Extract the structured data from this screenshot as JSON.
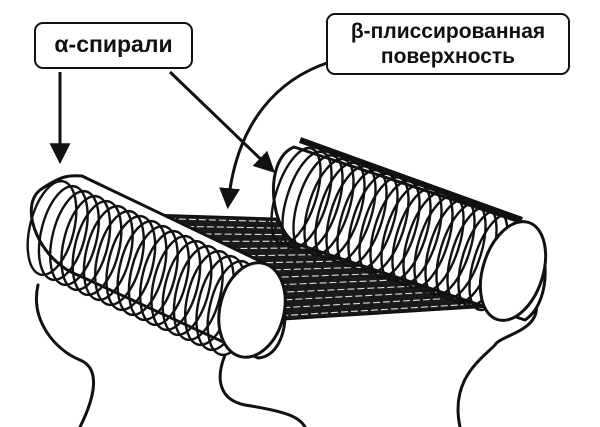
{
  "labels": {
    "alpha_helices": "α-спирали",
    "beta_sheet_line1": "β-плиссированная",
    "beta_sheet_line2": "поверхность"
  },
  "colors": {
    "ink": "#111111",
    "paper": "#ffffff"
  },
  "structure": {
    "helix_count": 2,
    "alpha_helix_coil_turns": 17,
    "beta_helix_coil_turns": 19,
    "sheet_strand_count": 14
  }
}
